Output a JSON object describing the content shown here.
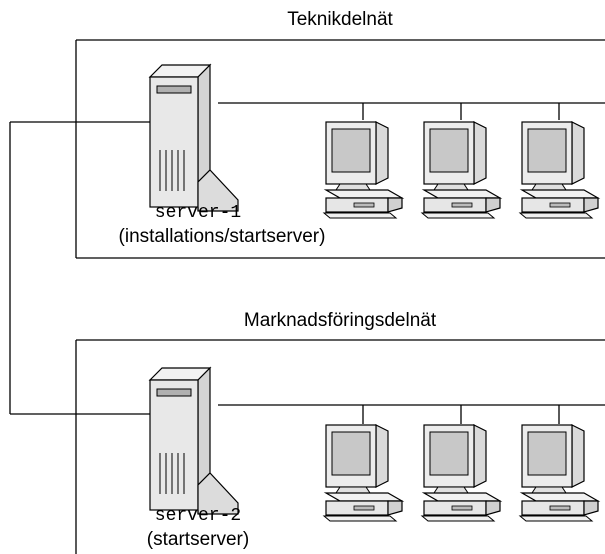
{
  "subnets": [
    {
      "title": "Teknikdelnät",
      "server": {
        "name": "server-1",
        "role": "(installations/startserver)",
        "icon": "server-tower-icon"
      },
      "clients": [
        {
          "icon": "desktop-computer-icon"
        },
        {
          "icon": "desktop-computer-icon"
        },
        {
          "icon": "desktop-computer-icon"
        }
      ]
    },
    {
      "title": "Marknadsföringsdelnät",
      "server": {
        "name": "server-2",
        "role": "(startserver)",
        "icon": "server-tower-icon"
      },
      "clients": [
        {
          "icon": "desktop-computer-icon"
        },
        {
          "icon": "desktop-computer-icon"
        },
        {
          "icon": "desktop-computer-icon"
        }
      ]
    }
  ],
  "colors": {
    "line": "#000000",
    "server_fill": "#e8e8e8",
    "screen_fill": "#c8c8c8",
    "background": "#ffffff"
  }
}
